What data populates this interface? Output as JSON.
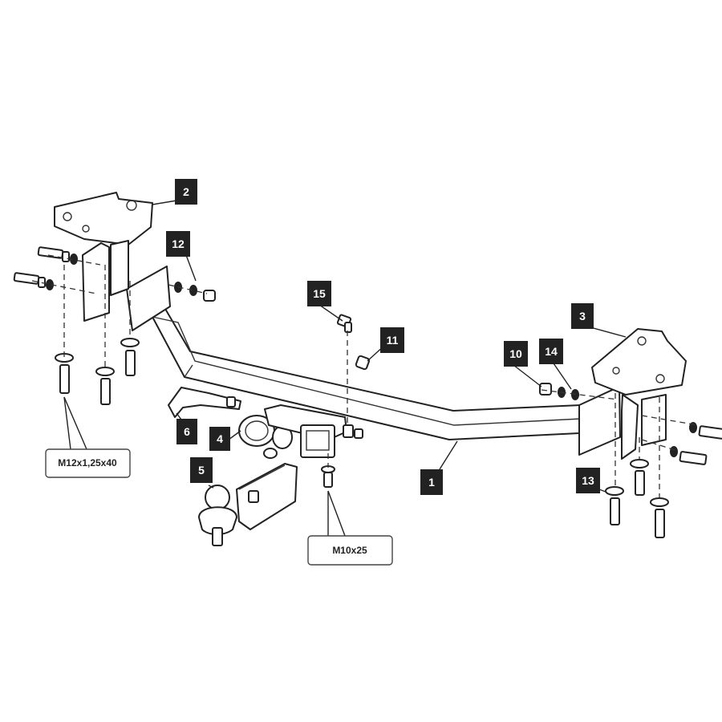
{
  "part_tags": [
    {
      "id": "p1",
      "text": "1"
    },
    {
      "id": "p2",
      "text": "2"
    },
    {
      "id": "p3",
      "text": "3"
    },
    {
      "id": "p4",
      "text": "4"
    },
    {
      "id": "p5",
      "text": "5"
    },
    {
      "id": "p6",
      "text": "6"
    },
    {
      "id": "p10",
      "text": "10"
    },
    {
      "id": "p11",
      "text": "11"
    },
    {
      "id": "p12",
      "text": "12"
    },
    {
      "id": "p13",
      "text": "13"
    },
    {
      "id": "p14",
      "text": "14"
    },
    {
      "id": "p15",
      "text": "15"
    }
  ],
  "callouts": {
    "bolt_left": "M12x1,25x40",
    "bolt_center": "M10x25"
  }
}
